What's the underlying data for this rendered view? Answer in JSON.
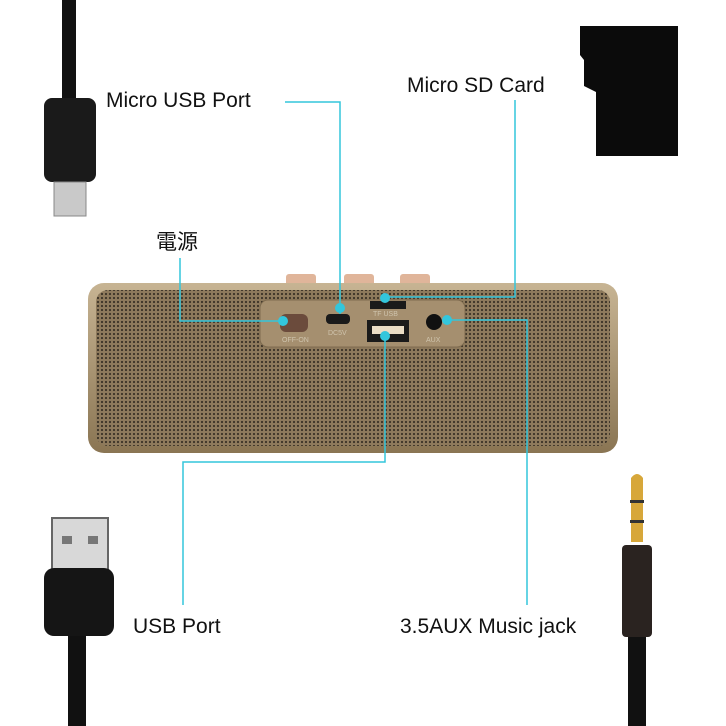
{
  "labels": {
    "micro_usb": "Micro USB Port",
    "micro_sd": "Micro SD Card",
    "power": "電源",
    "usb": "USB Port",
    "aux": "3.5AUX Music jack"
  },
  "panel_marks": {
    "switch": "OFF-ON",
    "dc": "DC5V",
    "tf": "TF USB",
    "aux": "AUX"
  },
  "colors": {
    "leader": "#33c6dc",
    "speaker": "#a58f6f"
  }
}
